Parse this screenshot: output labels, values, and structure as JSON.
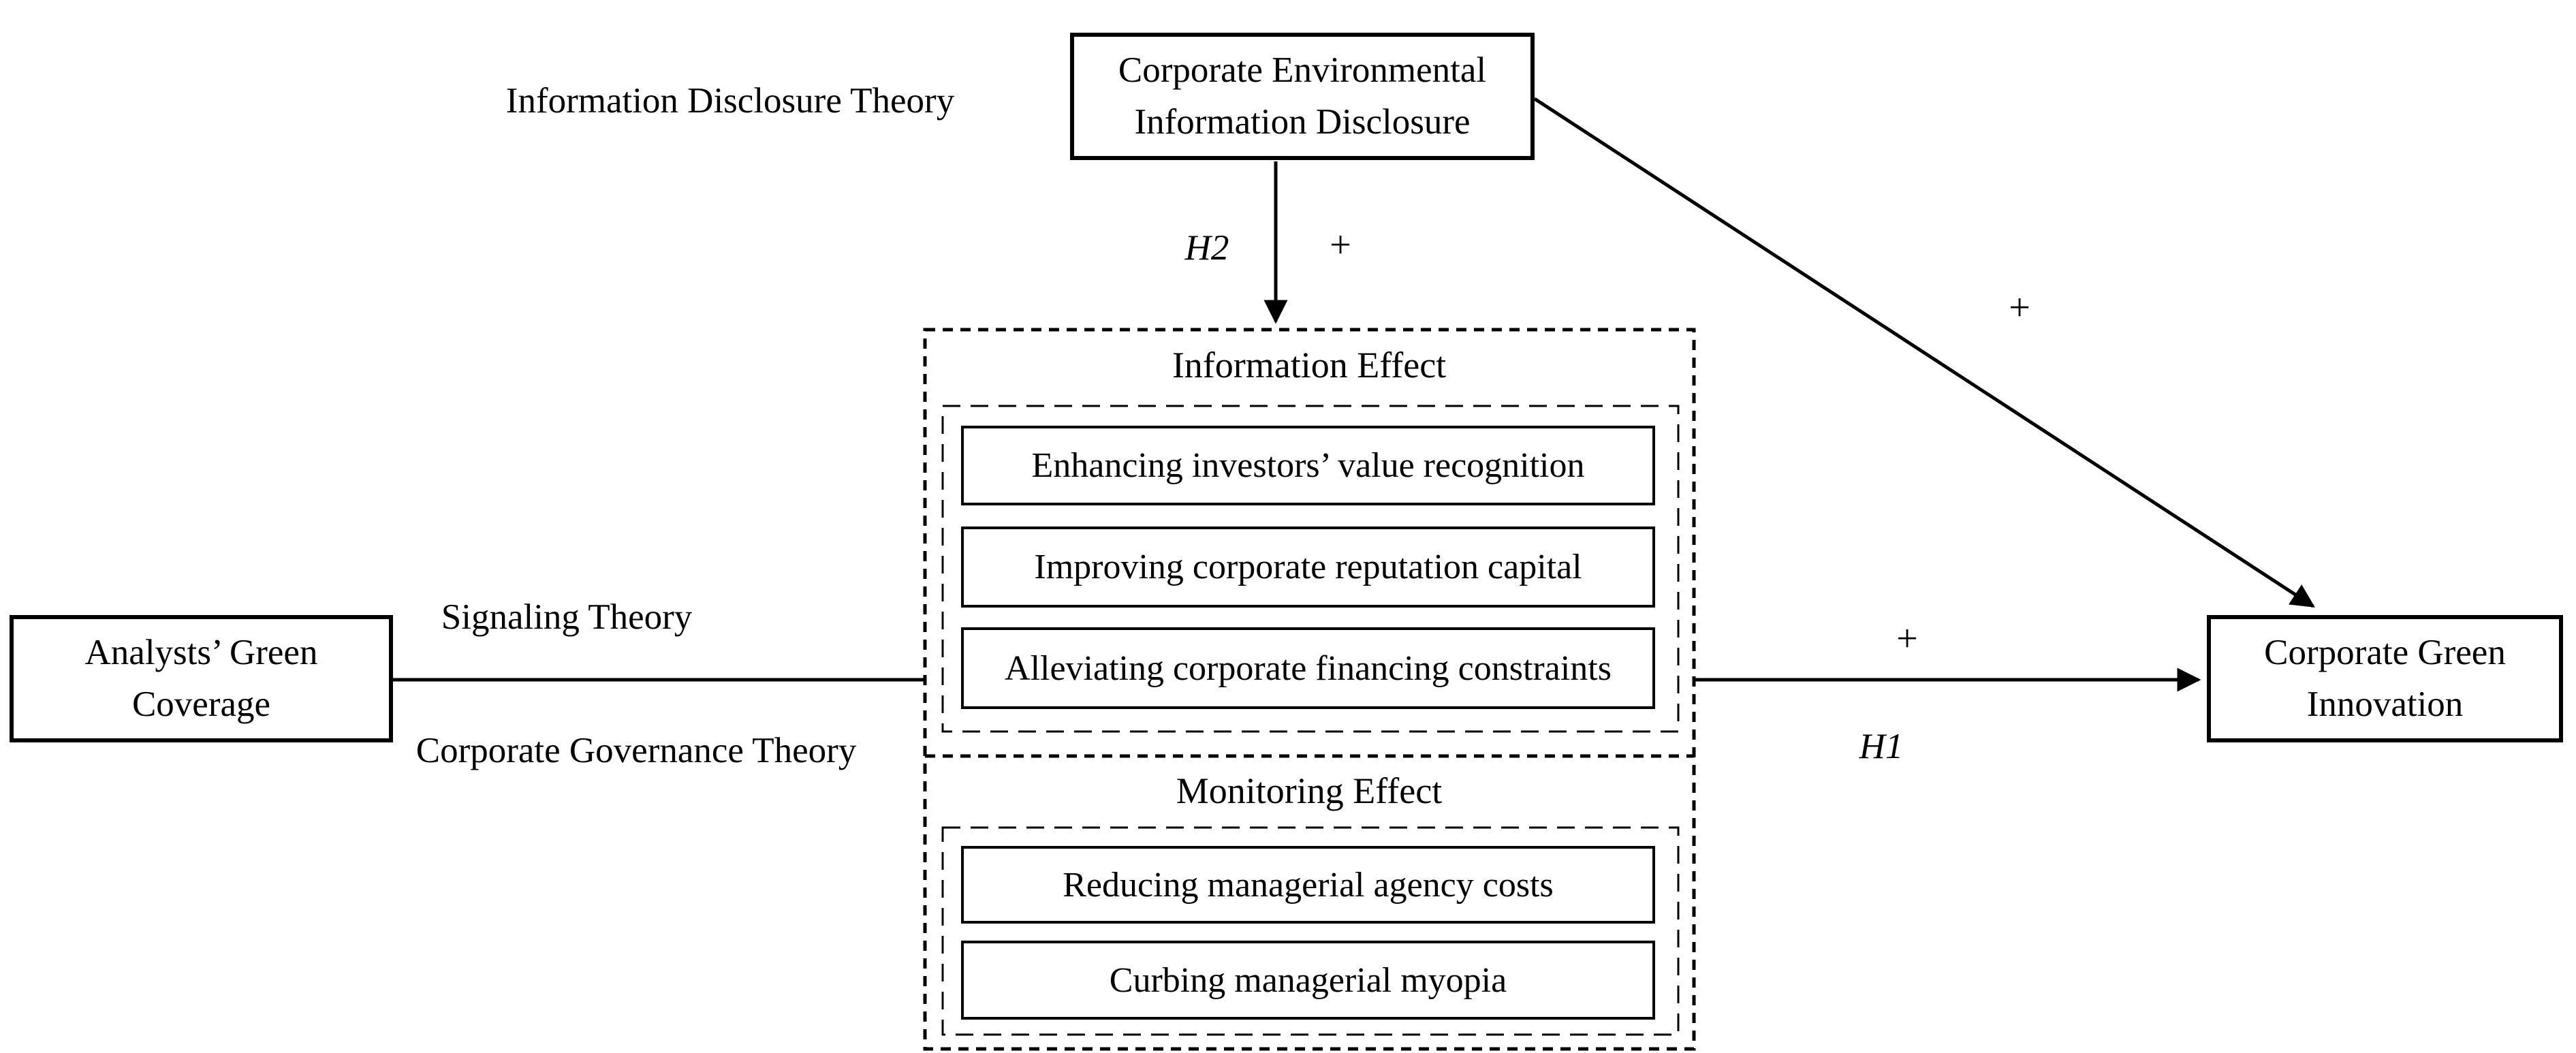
{
  "diagram": {
    "boxes": {
      "disclosure": {
        "line1": "Corporate Environmental",
        "line2": "Information Disclosure"
      },
      "analysts": {
        "line1": "Analysts’ Green",
        "line2": "Coverage"
      },
      "innovation": {
        "line1": "Corporate Green",
        "line2": "Innovation"
      }
    },
    "sections": {
      "information": {
        "title": "Information Effect",
        "items": [
          "Enhancing investors’ value recognition",
          "Improving corporate reputation capital",
          "Alleviating corporate financing constraints"
        ]
      },
      "monitoring": {
        "title": "Monitoring Effect",
        "items": [
          "Reducing managerial agency costs",
          "Curbing managerial myopia"
        ]
      }
    },
    "labels": {
      "information_disclosure_theory": "Information Disclosure Theory",
      "signaling_theory": "Signaling Theory",
      "governance_theory": "Corporate Governance Theory",
      "h2": "H2",
      "h1": "H1",
      "plus_h2": "+",
      "plus_diagonal": "+",
      "plus_h1": "+"
    },
    "colors": {
      "line": "#000000",
      "background": "#ffffff"
    }
  }
}
